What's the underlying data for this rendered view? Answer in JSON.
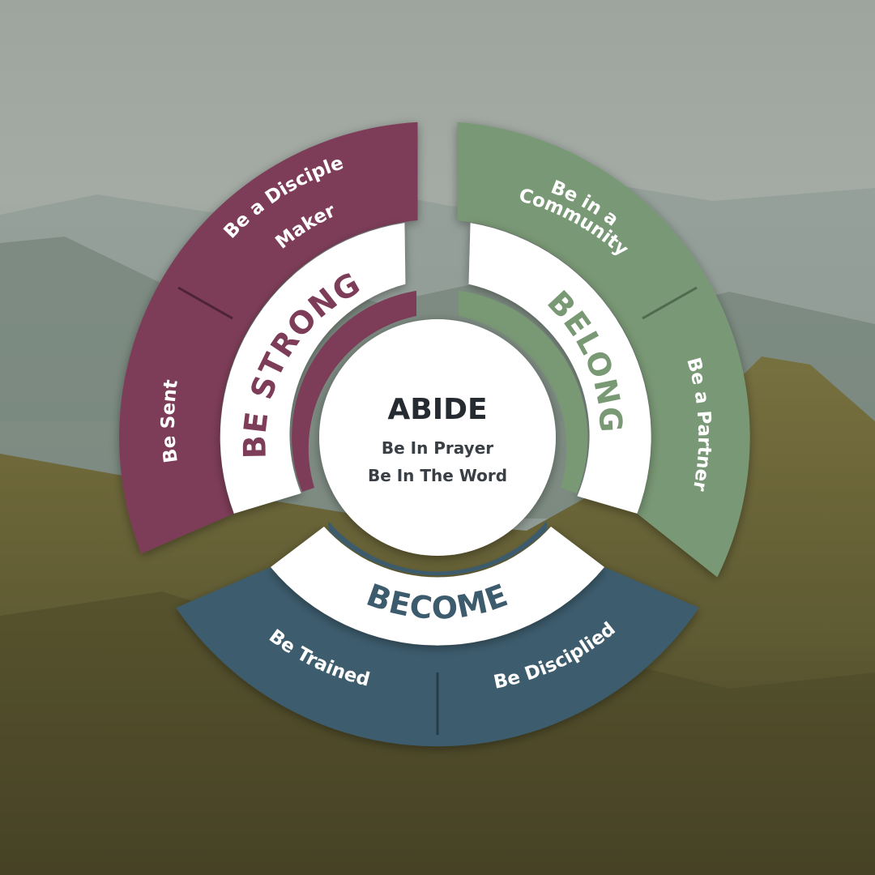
{
  "colors": {
    "be_strong": "#7d3d59",
    "belong": "#799874",
    "become": "#3c5b6d",
    "white_ring": "#ffffff",
    "center_text": "#262b31"
  },
  "center": {
    "title": "ABIDE",
    "line1": "Be In Prayer",
    "line2": "Be In The Word"
  },
  "segments": {
    "be_strong": {
      "label": "BE STRONG",
      "items": [
        "Be a Disciple",
        "Maker",
        "Be Sent"
      ]
    },
    "belong": {
      "label": "BELONG",
      "items": [
        "Be in a",
        "Community",
        "Be a Partner"
      ]
    },
    "become": {
      "label": "BECOME",
      "items": [
        "Be Trained",
        "Be Disciplied"
      ]
    }
  }
}
